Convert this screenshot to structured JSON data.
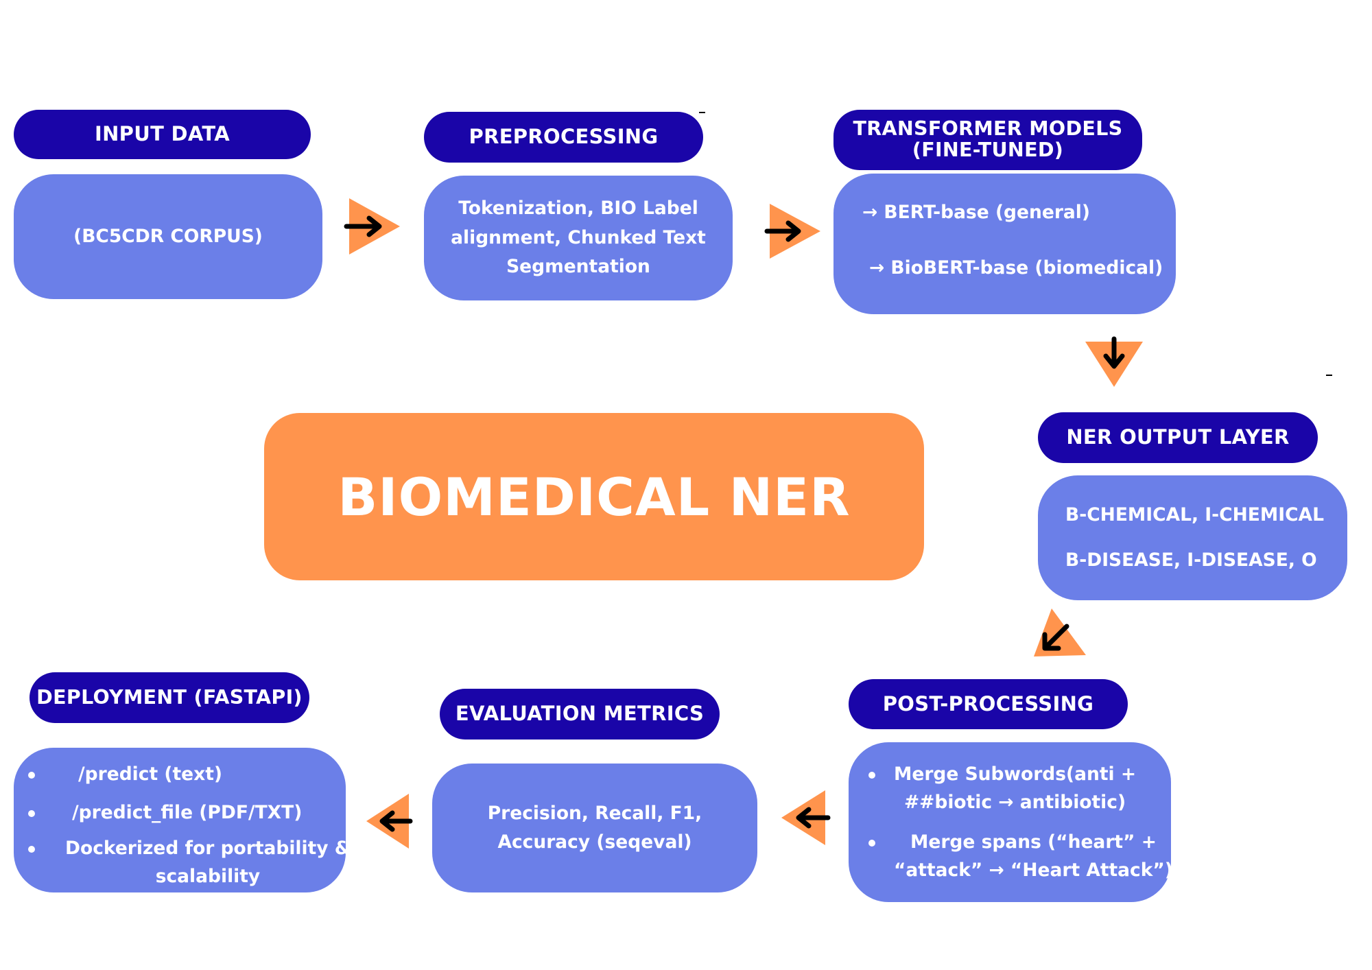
{
  "center": {
    "title": "BIOMEDICAL NER"
  },
  "stages": {
    "input": {
      "header": "INPUT DATA",
      "lines": [
        "(BC5CDR CORPUS)"
      ]
    },
    "preprocessing": {
      "header": "PREPROCESSING",
      "lines": [
        "Tokenization, BIO Label",
        "alignment, Chunked Text",
        "Segmentation"
      ]
    },
    "models": {
      "header_lines": [
        "TRANSFORMER MODELS",
        "(FINE-TUNED)"
      ],
      "lines": [
        "→ BERT-base (general)",
        "→ BioBERT-base (biomedical)"
      ]
    },
    "ner_output": {
      "header": "NER OUTPUT LAYER",
      "lines": [
        "B-CHEMICAL, I-CHEMICAL",
        "B-DISEASE, I-DISEASE, O"
      ]
    },
    "postprocessing": {
      "header": "POST-PROCESSING",
      "bullets": [
        [
          "Merge Subwords(anti +",
          "##biotic → antibiotic)"
        ],
        [
          "Merge spans (“heart” +",
          "“attack” → “Heart Attack”)"
        ]
      ]
    },
    "evaluation": {
      "header": "EVALUATION METRICS",
      "lines": [
        "Precision, Recall, F1,",
        "Accuracy (seqeval)"
      ]
    },
    "deployment": {
      "header": "DEPLOYMENT (FASTAPI)",
      "bullets": [
        [
          "/predict (text)"
        ],
        [
          "/predict_file (PDF/TXT)"
        ],
        [
          "Dockerized for portability &",
          "scalability"
        ]
      ]
    }
  },
  "colors": {
    "header": "#1a05a8",
    "box": "#6b7fe8",
    "core": "#ff944d",
    "arrow_fill": "#ff944d",
    "arrow_line": "#000000"
  },
  "icons": [
    "arrow-right-icon",
    "arrow-down-icon",
    "arrow-down-left-icon",
    "arrow-left-icon"
  ]
}
